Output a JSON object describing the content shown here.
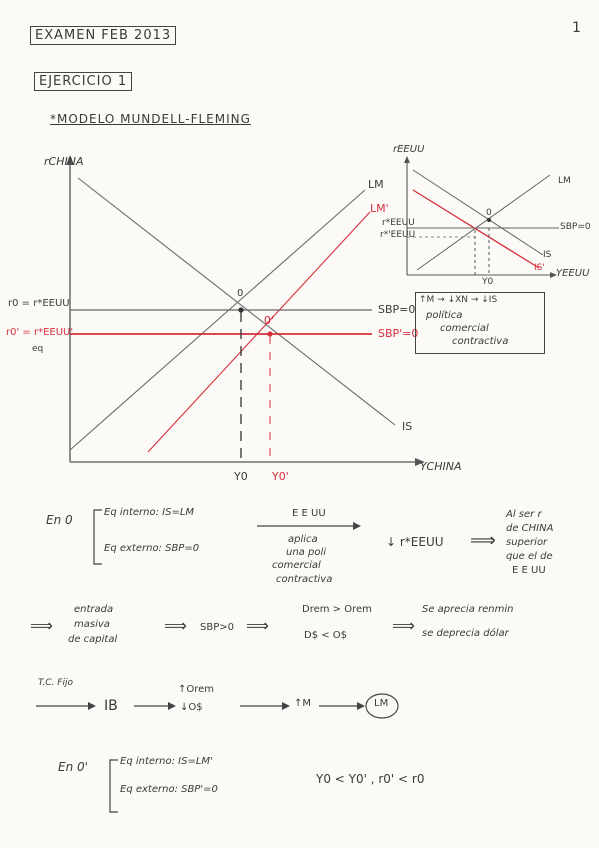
{
  "page_number": "1",
  "header": {
    "exam_title": "EXAMEN FEB 2013",
    "exercise": "EJERCICIO 1",
    "model": "*MODELO MUNDELL-FLEMING"
  },
  "main_graph": {
    "y_axis": "rCHINA",
    "x_axis": "YCHINA",
    "r0_label": "r0 = r*EEUU",
    "r0p_label": "r0' = r*EEUU'",
    "eq_label": "eq",
    "lm": "LM",
    "lm_prime": "LM'",
    "is": "IS",
    "sbp": "SBP=0",
    "sbp_prime": "SBP'=0",
    "point0": "0",
    "point0p": "0'",
    "y0": "Y0",
    "y0p": "Y0'"
  },
  "small_graph": {
    "y_axis": "rEEUU",
    "x_axis": "YEEUU",
    "r_label": "r*EEUU",
    "r_prime_label": "r*'EEUU",
    "lm": "LM",
    "sbp": "SBP=0",
    "is": "IS",
    "is_prime": "IS'",
    "point0": "0",
    "y0": "Y0"
  },
  "policy_note": {
    "chain": "↑M → ↓XN → ↓IS",
    "line1": "política",
    "line2": "comercial",
    "line3": "contractiva"
  },
  "analysis": {
    "en0": "En 0",
    "eq_interno": "Eq interno: IS=LM",
    "eq_externo": "Eq externo: SBP=0",
    "eeuu": "E E UU",
    "aplica_1": "aplica",
    "aplica_2": "una poli",
    "aplica_3": "comercial",
    "aplica_4": "contractiva",
    "r_fall": "↓ r*EEUU",
    "implies": "⟹",
    "conclusion_1": "Al ser r",
    "conclusion_2": "de CHINA",
    "conclusion_3": "superior",
    "conclusion_4": "que el de",
    "conclusion_5": "E E UU",
    "entrada_1": "entrada",
    "entrada_2": "masiva",
    "entrada_3": "de capital",
    "sbp_pos": "SBP>0",
    "drem": "Drem > Orem",
    "dollar": "D$ < O$",
    "aprecia": "Se aprecia renmin",
    "deprecia": "se deprecia dólar",
    "tc_fijo": "T.C. Fijo",
    "ib": "IB",
    "orem_up": "↑Orem",
    "od_down": "↓O$",
    "m_up": "↑M",
    "lm_shift": "LM",
    "en0p": "En 0'",
    "eq_interno_p": "Eq interno: IS=LM'",
    "eq_externo_p": "Eq externo: SBP'=0",
    "result": "Y0 < Y0' , r0' < r0"
  }
}
